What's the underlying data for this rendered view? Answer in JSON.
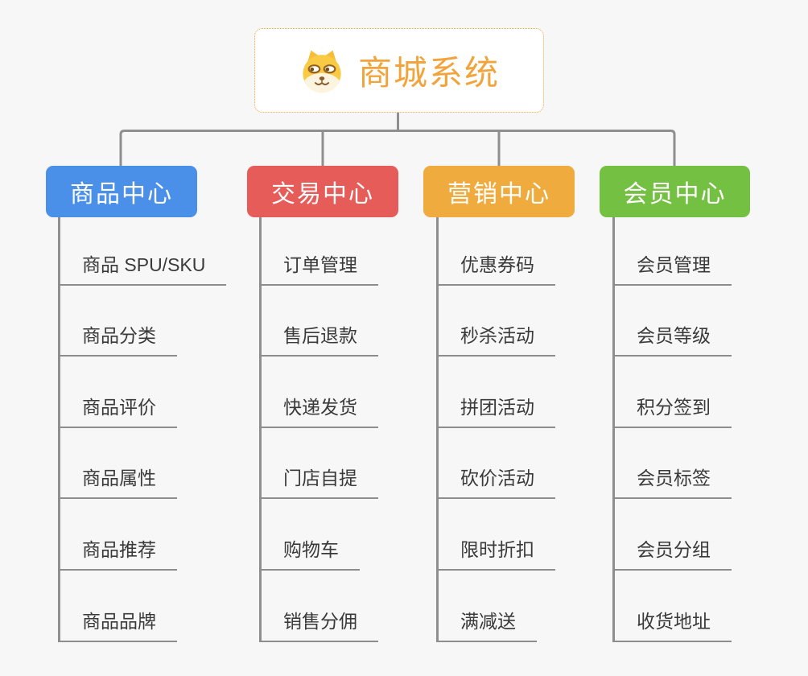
{
  "background_color": "#f7f7f7",
  "connector_color": "#8f8f8f",
  "root": {
    "label": "商城系统",
    "icon": "dog-face-icon",
    "accent_color": "#f2a43c"
  },
  "columns": [
    {
      "label": "商品中心",
      "color": "#4a8fe8",
      "items": [
        "商品 SPU/SKU",
        "商品分类",
        "商品评价",
        "商品属性",
        "商品推荐",
        "商品品牌"
      ]
    },
    {
      "label": "交易中心",
      "color": "#e65c58",
      "items": [
        "订单管理",
        "售后退款",
        "快递发货",
        "门店自提",
        "购物车",
        "销售分佣"
      ]
    },
    {
      "label": "营销中心",
      "color": "#efab3e",
      "items": [
        "优惠券码",
        "秒杀活动",
        "拼团活动",
        "砍价活动",
        "限时折扣",
        "满减送"
      ]
    },
    {
      "label": "会员中心",
      "color": "#74c043",
      "items": [
        "会员管理",
        "会员等级",
        "积分签到",
        "会员标签",
        "会员分组",
        "收货地址"
      ]
    }
  ]
}
